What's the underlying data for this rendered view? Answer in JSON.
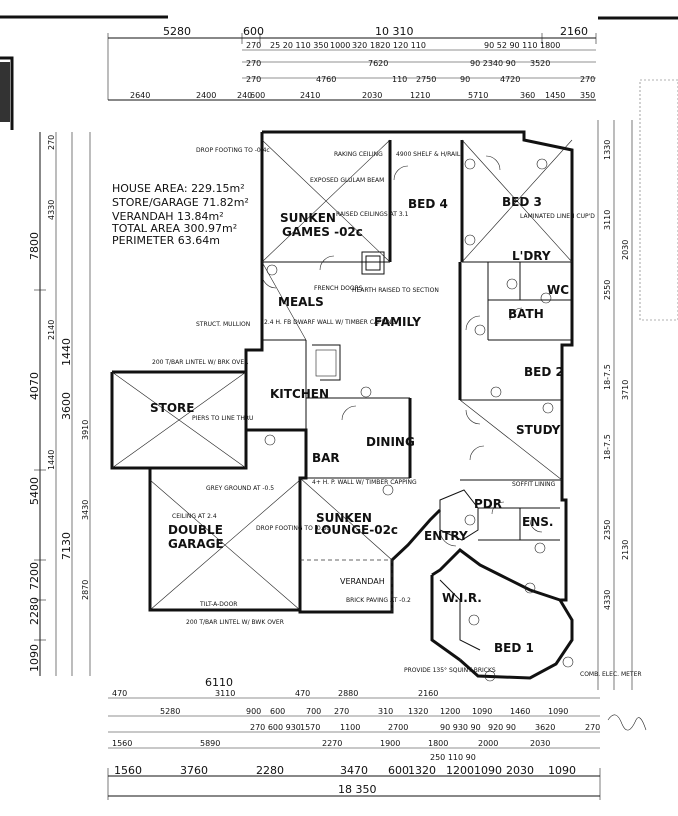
{
  "stats": {
    "house_area": "HOUSE AREA: 229.15m²",
    "store_garage": "STORE/GARAGE 71.82m²",
    "verandah": "VERANDAH 13.84m²",
    "total_area": "TOTAL AREA 300.97m²",
    "perimeter": "PERIMETER 63.64m"
  },
  "rooms": {
    "games": "SUNKEN",
    "games2": "GAMES -02c",
    "bed4": "BED 4",
    "bed3": "BED 3",
    "laundry": "L'DRY",
    "wc": "WC",
    "bath": "BATH",
    "meals": "MEALS",
    "family": "FAMILY",
    "bed2": "BED 2",
    "store": "STORE",
    "kitchen": "KITCHEN",
    "dining": "DINING",
    "study": "STUDY",
    "bar": "BAR",
    "pdr": "PDR",
    "ens": "ENS.",
    "double": "DOUBLE",
    "garage": "GARAGE",
    "lounge": "SUNKEN",
    "lounge2": "LOUNGE-02c",
    "entry": "ENTRY",
    "wir": "W.I.R.",
    "bed1": "BED 1",
    "verandah": "VERANDAH"
  },
  "dims_top": {
    "a": "5280",
    "b": "600",
    "c": "10 310",
    "d": "2160",
    "r4": [
      "2640",
      "2400",
      "240",
      "600",
      "2410",
      "2030",
      "1210",
      "5710",
      "360",
      "1450",
      "350"
    ],
    "r3": [
      "270",
      "4760",
      "110",
      "2750",
      "90",
      "4720",
      "270"
    ]
  },
  "dims_bottom": {
    "r1": [
      "470",
      "6110",
      "3110",
      "470",
      "2880",
      "2160"
    ],
    "r2": [
      "5280",
      "900",
      "600",
      "700",
      "270",
      "310",
      "1320",
      "1200",
      "1090",
      "1460",
      "1090"
    ],
    "r4": [
      "1560",
      "5890",
      "2270",
      "1900",
      "1800",
      "2000",
      "2030"
    ],
    "r5": [
      "1560",
      "3760",
      "2280",
      "3470",
      "600",
      "1320",
      "1200",
      "1090",
      "2030",
      "1090"
    ],
    "total": "18 350"
  },
  "dims_left": [
    "7800",
    "4070",
    "1440",
    "3600",
    "5400",
    "7130",
    "7200",
    "2280",
    "1090"
  ],
  "notes": {
    "n1": "DROP FOOTING TO -0.4c",
    "n2": "RAKING CEILING",
    "n3": "EXPOSED GLULAM BEAM",
    "n4": "RAISED CEILINGS AT 3.1",
    "n5": "4900 SHELF & H/RAIL",
    "n6": "LAMINATED LINEN CUP'D",
    "n7": "FRENCH DOORS",
    "n8": "HEARTH RAISED TO SECTION",
    "n9": "2.4 H. FB DWARF WALL W/ TIMBER CAPPING",
    "n10": "STRUCT. MULLION",
    "n11": "200 T/BAR LINTEL W/ BRK OVER",
    "n12": "PIERS TO LINE THRU",
    "n13": "CEILING AT 2.4",
    "n14": "DROP FOOTING TO -0.6c",
    "n15": "4+ H. P. WALL W/ TIMBER CAPPING",
    "n16": "GREY GROUND AT -0.5",
    "n17": "BRICK PAVING AT -0.2",
    "n18": "PROVIDE 135° SQUINT BRICKS",
    "n19": "TILT-A-DOOR",
    "n20": "200 T/BAR LINTEL W/ BWK OVER",
    "n21": "SOFFIT LINING",
    "n22": "COMB. ELEC. METER"
  }
}
